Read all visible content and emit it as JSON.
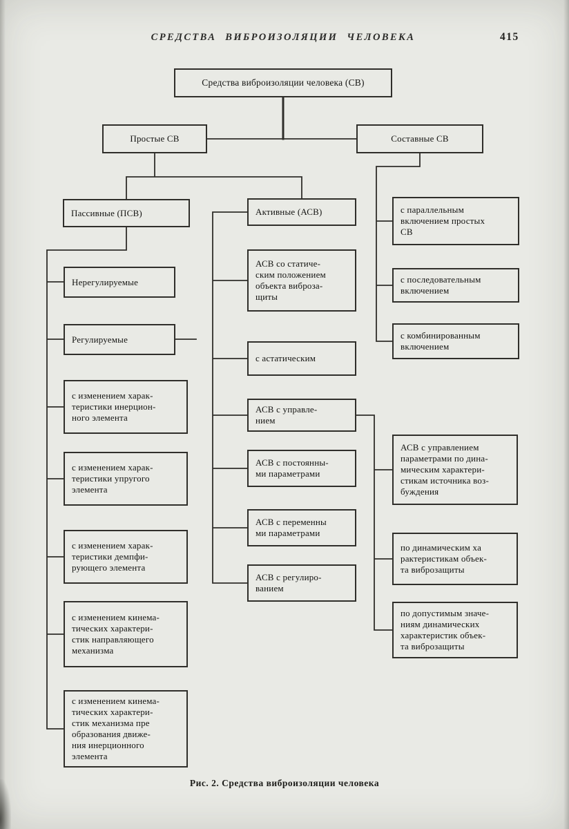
{
  "page": {
    "header_title": "СРЕДСТВА ВИБРОИЗОЛЯЦИИ ЧЕЛОВЕКА",
    "page_number": "415",
    "caption": "Рис. 2. Средства виброизоляции человека"
  },
  "nodes": {
    "root": "Средства виброизоляции человека (СВ)",
    "simple": "Простые СВ",
    "composite": "Составные СВ",
    "passive": "Пассивные (ПСВ)",
    "active": "Активные (АСВ)",
    "parallel": "с параллельным\nвключением простых\nСВ",
    "sequential": "с последовательным\nвключением",
    "combined": "с комбинированным\nвключением",
    "unregulated": "Нерегулируемые",
    "regulated": "Регулируемые",
    "inertia_change": "с изменением харак-\nтеристики инерцион-\nного элемента",
    "elastic_change": "с изменением харак-\nтеристики упругого\nэлемента",
    "damping_change": "с изменением харак-\nтеристики демпфи-\nрующего элемента",
    "guide_kinematics": "с изменением кинема-\nтических характери-\nстик направляющего\nмеханизма",
    "transform_kinematics": "с изменением кинема-\nтических характери-\nстик механизма пре\nобразования движе-\nния инерционного\nэлемента",
    "asv_static": "АСВ со статиче-\nским положением\nобъекта виброза-\nщиты",
    "asv_astatic": "с астатическим",
    "asv_control": "АСВ с управле-\nнием",
    "asv_constant": "АСВ с постоянны-\nми параметрами",
    "asv_variable": "АСВ с переменны\nми параметрами",
    "asv_regulation": "АСВ с регулиро-\nванием",
    "ctrl_source": "АСВ с управлением\nпараметрами по дина-\nмическим характери-\nстикам источника воз-\nбуждения",
    "ctrl_object": "по динамическим ха\nрактеристикам объек-\nта виброзащиты",
    "ctrl_limits": "по допустимым значе-\nниям динамических\nхарактеристик объек-\nта виброзащиты"
  }
}
